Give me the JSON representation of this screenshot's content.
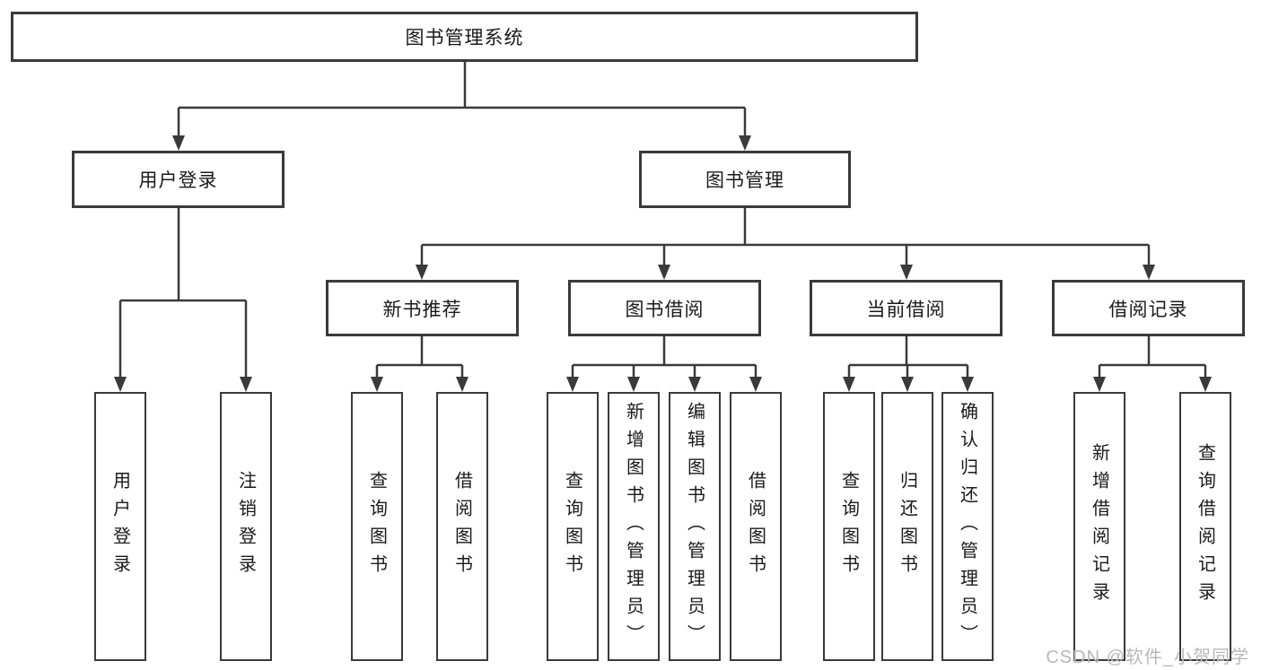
{
  "diagram": {
    "root": {
      "label": "图书管理系统",
      "children": [
        {
          "label": "用户登录",
          "children": [
            {
              "label": "用户登录"
            },
            {
              "label": "注销登录"
            }
          ]
        },
        {
          "label": "图书管理",
          "children": [
            {
              "label": "新书推荐",
              "children": [
                {
                  "label": "查询图书"
                },
                {
                  "label": "借阅图书"
                }
              ]
            },
            {
              "label": "图书借阅",
              "children": [
                {
                  "label": "查询图书"
                },
                {
                  "label": "新增图书（管理员）"
                },
                {
                  "label": "编辑图书（管理员）"
                },
                {
                  "label": "借阅图书"
                }
              ]
            },
            {
              "label": "当前借阅",
              "children": [
                {
                  "label": "查询图书"
                },
                {
                  "label": "归还图书"
                },
                {
                  "label": "确认归还（管理员）"
                }
              ]
            },
            {
              "label": "借阅记录",
              "children": [
                {
                  "label": "新增借阅记录"
                },
                {
                  "label": "查询借阅记录"
                }
              ]
            }
          ]
        }
      ]
    }
  },
  "watermark": {
    "text": "CSDN @软件_小贺同学"
  },
  "colors": {
    "line": "#3a3a3a",
    "text": "#1a1a1a",
    "watermark": "#b8b8b8",
    "background": "#ffffff"
  }
}
